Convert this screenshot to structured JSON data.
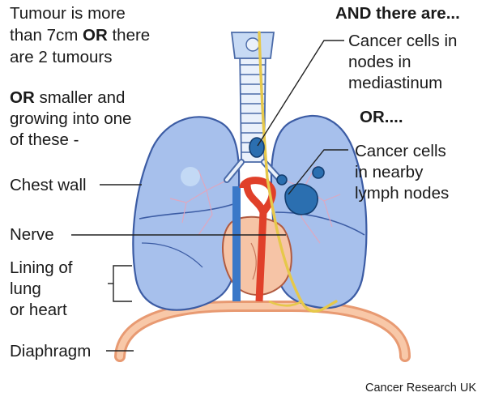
{
  "left_text": {
    "line1": "Tumour is more",
    "line2_pre": "than 7cm ",
    "line2_or": "OR",
    "line2_post": " there",
    "line3": "are 2 tumours",
    "line4_or": "OR",
    "line4_post": " smaller and",
    "line5": "growing into one",
    "line6": "of these -"
  },
  "labels": {
    "chest_wall": "Chest wall",
    "nerve": "Nerve",
    "lining_1": "Lining of",
    "lining_2": "lung",
    "lining_3": "or heart",
    "diaphragm": "Diaphragm"
  },
  "right_text": {
    "and_there_are": "AND there are...",
    "nodes_1": "Cancer cells in",
    "nodes_2": "nodes in",
    "nodes_3": "mediastinum",
    "or": "OR....",
    "lymph_1": "Cancer cells",
    "lymph_2": "in nearby",
    "lymph_3": "lymph nodes"
  },
  "credit": "Cancer Research UK",
  "colors": {
    "lung_fill": "#9cb8e8",
    "lung_stroke": "#3a5aa0",
    "tumour": "#2b6fb0",
    "heart": "#f4c2a4",
    "artery": "#e0402a",
    "vein": "#3a78c8",
    "nerve": "#e6c84a",
    "diaphragm": "#f0a07a"
  }
}
